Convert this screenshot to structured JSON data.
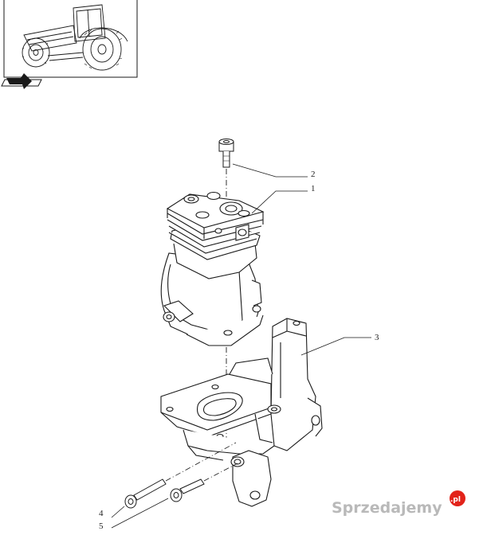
{
  "callouts": [
    "2",
    "1",
    "3",
    "4",
    "5"
  ],
  "watermark": {
    "text": "Sprzedajemy",
    "badge": ".pl",
    "badge_color": "#e2231a"
  },
  "colors": {
    "line": "#1a1a1a",
    "background": "#ffffff"
  },
  "icons": {
    "thumbnail": "tractor-thumbnail-icon",
    "nav": "book-arrow-icon"
  }
}
